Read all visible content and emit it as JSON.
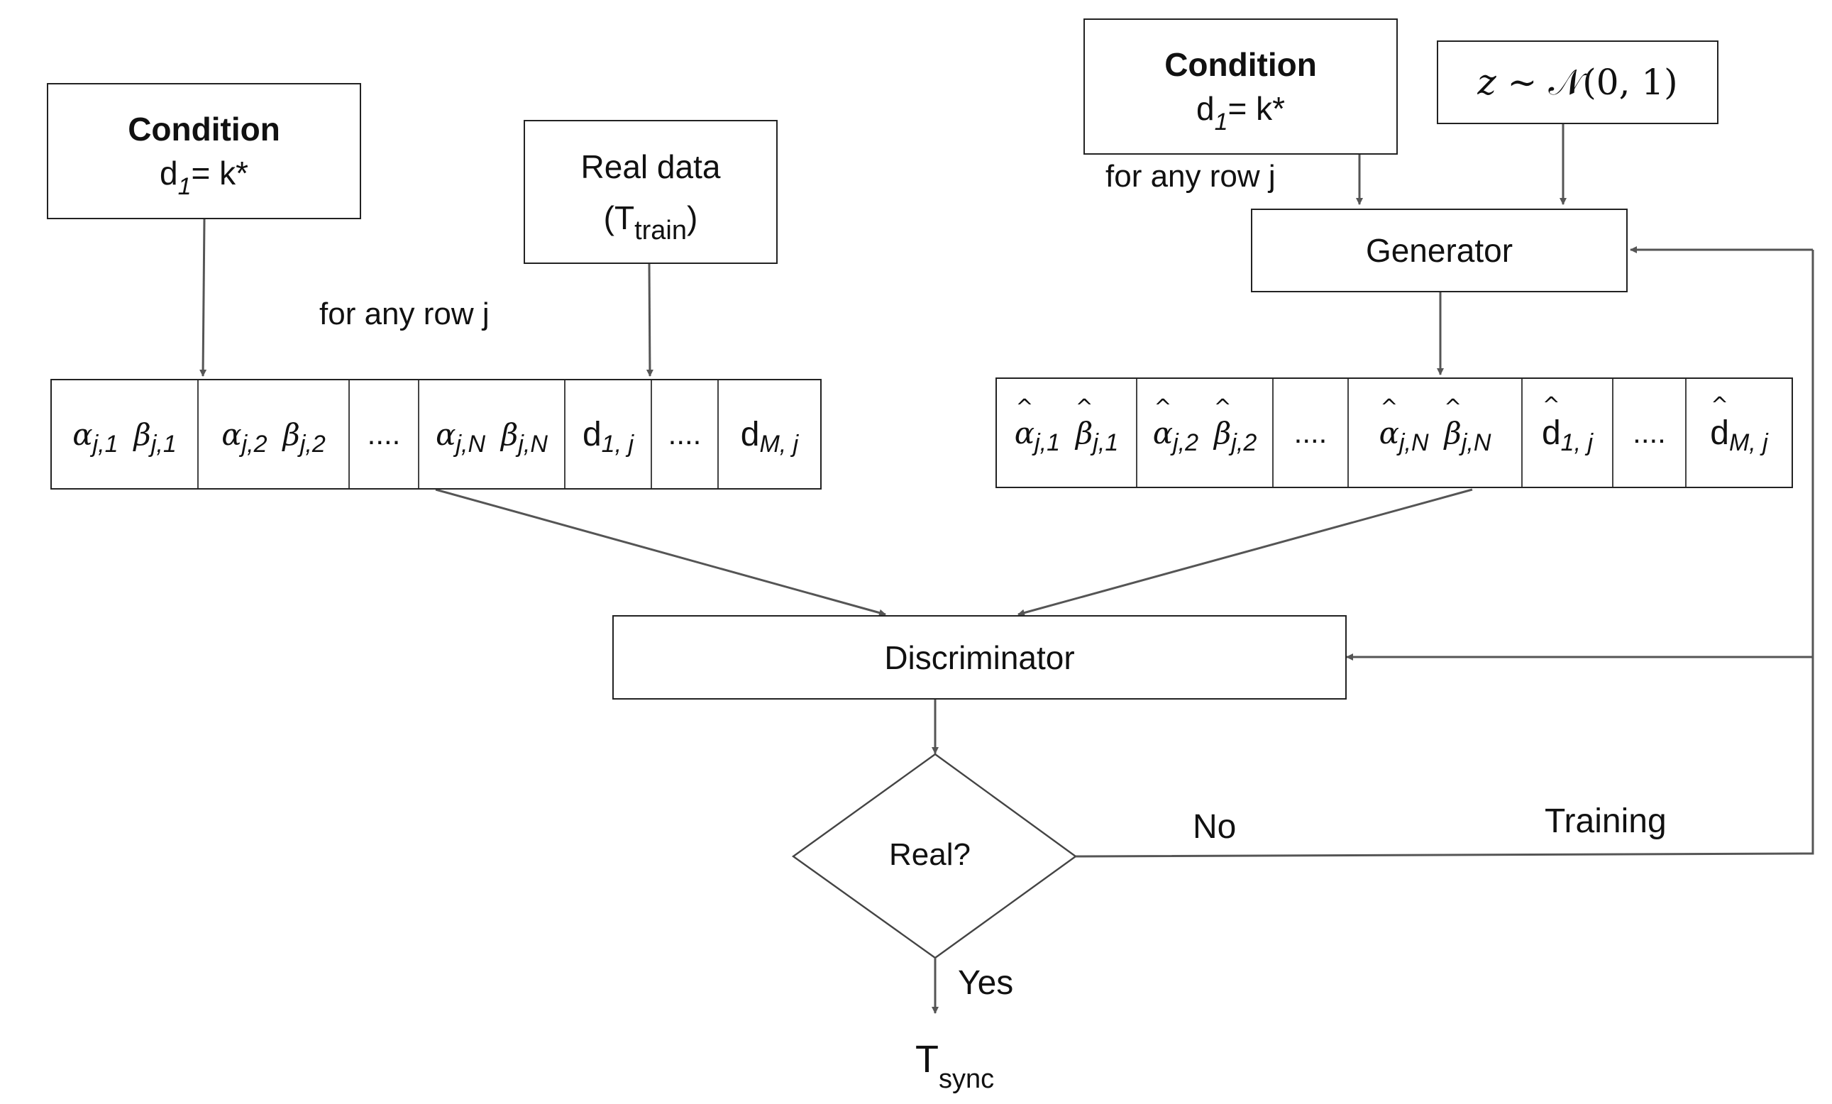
{
  "condition_left": {
    "title": "Condition",
    "d": "d",
    "sub": "1",
    "rest": "= k*"
  },
  "real_data": {
    "line1": "Real data",
    "open": "(T",
    "sub": "train",
    "close": ")"
  },
  "for_any_row_left": "for any row j",
  "condition_right": {
    "title": "Condition",
    "d": "d",
    "sub": "1",
    "rest": "= k*"
  },
  "for_any_row_right": "for any row j",
  "noise": {
    "z": "z",
    "sim": " ∼ ",
    "N": "𝒩",
    "args": "(0, 1)"
  },
  "generator": "Generator",
  "discriminator": "Discriminator",
  "decision": "Real?",
  "no_label": "No",
  "training_label": "Training",
  "yes_label": "Yes",
  "output": {
    "T": "T",
    "sub": "sync"
  },
  "real_strip": {
    "ellipsis": "....",
    "a": "α",
    "b": "β",
    "d": "d",
    "a_j1": "j,1",
    "b_j1": "j,1",
    "a_j2": "j,2",
    "b_j2": "j,2",
    "a_jN": "j,N",
    "b_jN": "j,N",
    "d_1j": "1, j",
    "d_Mj": "M, j"
  },
  "synthetic_strip": {
    "ellipsis": "....",
    "hat": "^",
    "a": "α",
    "b": "β",
    "d": "d",
    "a_j1": "j,1",
    "b_j1": "j,1",
    "a_j2": "j,2",
    "b_j2": "j,2",
    "a_jN": "j,N",
    "b_jN": "j,N",
    "d_1j": "1, j",
    "d_Mj": "M, j"
  },
  "colors": {
    "line": "#555555",
    "border": "#222222",
    "text": "#111111"
  }
}
